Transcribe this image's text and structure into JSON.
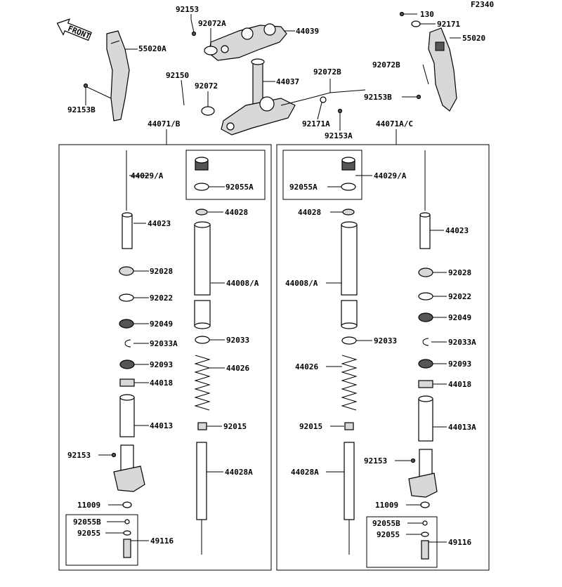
{
  "figure_code": "F2340",
  "front_label": "FRONT",
  "labels": {
    "p92153_top": "92153",
    "p92072A": "92072A",
    "p44039": "44039",
    "p55020A": "55020A",
    "p92153B_left": "92153B",
    "p92150": "92150",
    "p92072": "92072",
    "p44037": "44037",
    "p92072B_mid": "92072B",
    "p92171A": "92171A",
    "p92153A": "92153A",
    "p130": "130",
    "p92171": "92171",
    "p55020": "55020",
    "p92072B_right": "92072B",
    "p92153B_right": "92153B",
    "p44071B": "44071/B",
    "p44071AC": "44071A/C",
    "L_44029A": "44029/A",
    "L_92055A": "92055A",
    "L_44028": "44028",
    "L_44023": "44023",
    "L_44008A": "44008/A",
    "L_92028": "92028",
    "L_92022": "92022",
    "L_92049": "92049",
    "L_92033": "92033",
    "L_92033A": "92033A",
    "L_44026": "44026",
    "L_92093": "92093",
    "L_44018": "44018",
    "L_44013": "44013",
    "L_92015": "92015",
    "L_92153": "92153",
    "L_44028A": "44028A",
    "L_11009": "11009",
    "L_92055B": "92055B",
    "L_92055": "92055",
    "L_49116": "49116",
    "R_44029A": "44029/A",
    "R_92055A": "92055A",
    "R_44028": "44028",
    "R_44023": "44023",
    "R_44008A": "44008/A",
    "R_92028": "92028",
    "R_92022": "92022",
    "R_92049": "92049",
    "R_92033": "92033",
    "R_92033A": "92033A",
    "R_44026": "44026",
    "R_92093": "92093",
    "R_44018": "44018",
    "R_44013A": "44013A",
    "R_92015": "92015",
    "R_92153": "92153",
    "R_44028A": "44028A",
    "R_11009": "11009",
    "R_92055B": "92055B",
    "R_92055": "92055",
    "R_49116": "49116"
  }
}
